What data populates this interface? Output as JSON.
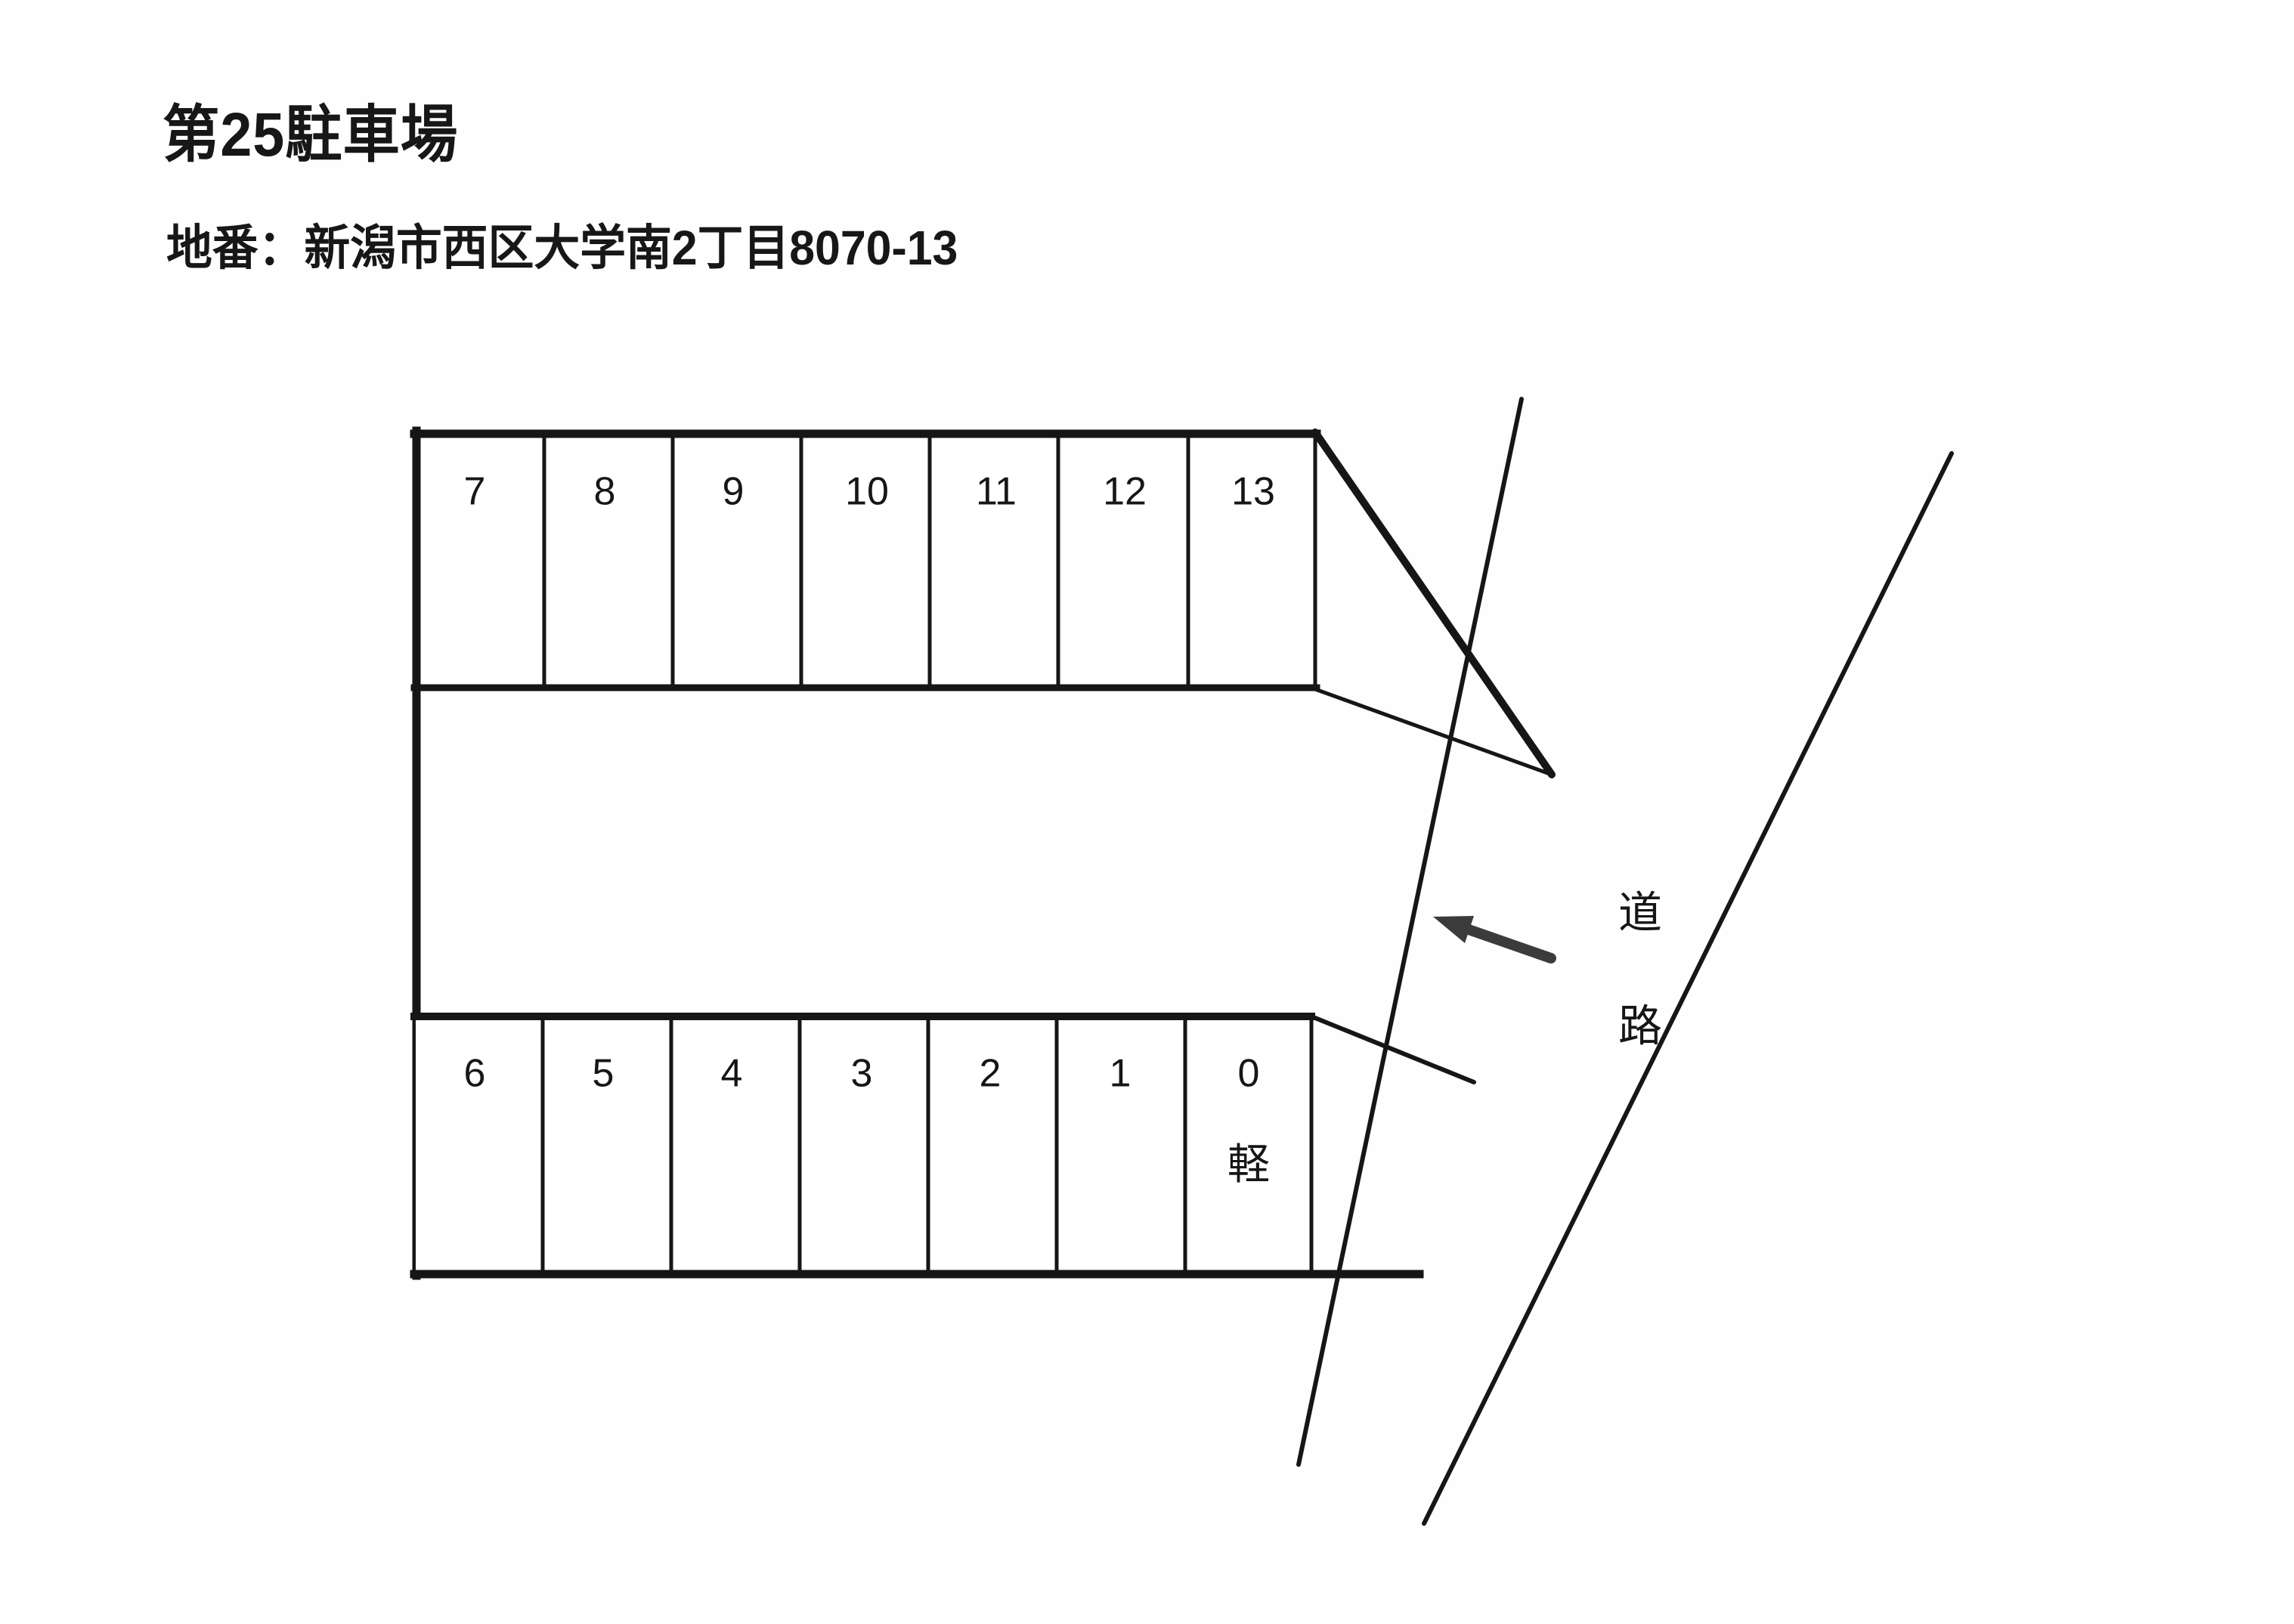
{
  "document": {
    "title": "第25駐車場",
    "address_line": "地番：新潟市西区大学南2丁目8070-13"
  },
  "diagram": {
    "type": "parking-lot-site-plan",
    "top_row": {
      "name": "north-stall-row",
      "stalls": [
        {
          "number": "7"
        },
        {
          "number": "8"
        },
        {
          "number": "9"
        },
        {
          "number": "10"
        },
        {
          "number": "11"
        },
        {
          "number": "12"
        },
        {
          "number": "13"
        }
      ]
    },
    "bottom_row": {
      "name": "south-stall-row",
      "stalls": [
        {
          "number": "6",
          "note": ""
        },
        {
          "number": "5",
          "note": ""
        },
        {
          "number": "4",
          "note": ""
        },
        {
          "number": "3",
          "note": ""
        },
        {
          "number": "2",
          "note": ""
        },
        {
          "number": "1",
          "note": ""
        },
        {
          "number": "0",
          "note": "軽"
        }
      ]
    },
    "road": {
      "label_chars": [
        "道",
        "路"
      ],
      "label_top": "道",
      "label_bottom": "路",
      "entrance_arrow": "left-pointing-arrow"
    },
    "colors": {
      "ink": "#161616",
      "paper": "#ffffff"
    }
  }
}
